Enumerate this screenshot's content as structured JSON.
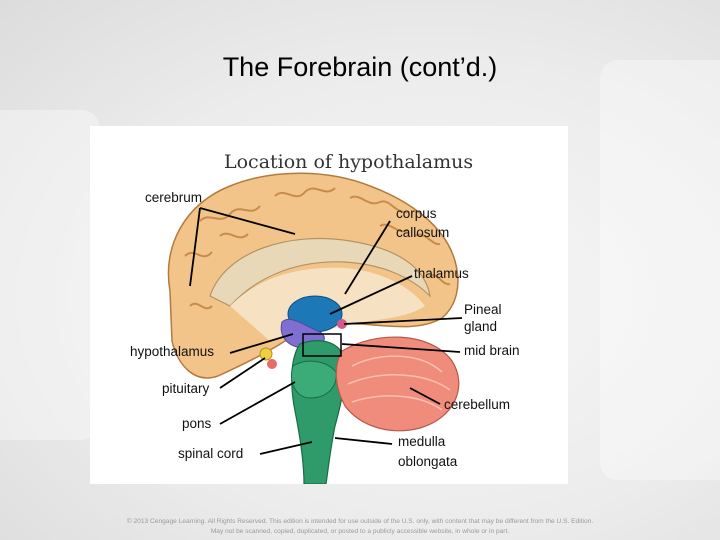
{
  "slide": {
    "title": "The Forebrain (cont’d.)"
  },
  "figure": {
    "title": "Location of hypothalamus",
    "labels": {
      "cerebrum": "cerebrum",
      "corpus": "corpus",
      "callosum": "callosum",
      "thalamus": "thalamus",
      "pineal": "Pineal",
      "gland": "gland",
      "midbrain": "mid brain",
      "hypothalamus": "hypothalamus",
      "pituitary": "pituitary",
      "pons": "pons",
      "cerebellum": "cerebellum",
      "spinal_cord": "spinal cord",
      "medulla": "medulla",
      "oblongata": "oblongata"
    }
  },
  "footer": {
    "line1": "© 2013 Cengage Learning. All Rights Reserved. This edition is intended for use outside of the U.S. only, with content that may be different from the U.S. Edition.",
    "line2": "May not be scanned, copied, duplicated, or posted to a publicly accessible website, in whole or in part."
  },
  "colors": {
    "cortex": "#f2c48a",
    "corpus_callosum": "#e9d8b8",
    "thalamus": "#1d78b8",
    "hypothalamus": "#7f6fd0",
    "brainstem": "#2f9a6a",
    "cerebellum": "#f08c7c"
  }
}
